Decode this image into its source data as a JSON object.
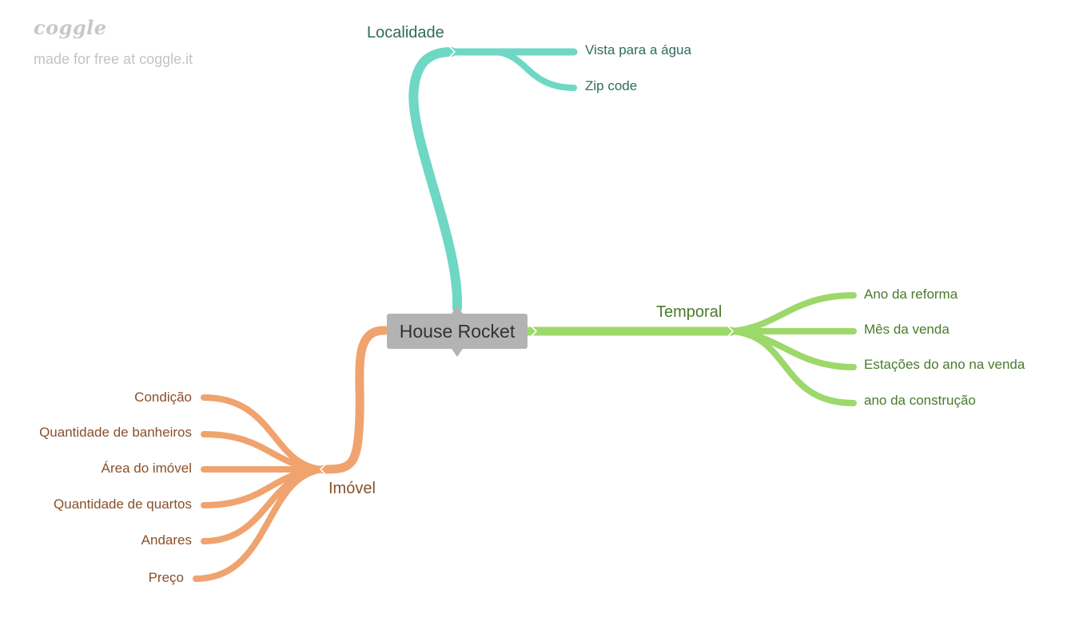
{
  "branding": {
    "logo": "coggle",
    "tagline": "made for free at coggle.it"
  },
  "colors": {
    "localidade": "#6ed8c4",
    "temporal": "#9dd86a",
    "imovel": "#f0a36e",
    "root_bg": "#b3b3b3"
  },
  "mindmap": {
    "root": "House Rocket",
    "branches": {
      "localidade": {
        "label": "Localidade",
        "children": [
          "Vista para a água",
          "Zip code"
        ]
      },
      "temporal": {
        "label": "Temporal",
        "children": [
          "Ano da reforma",
          "Mês da venda",
          "Estações do ano na venda",
          "ano da construção"
        ]
      },
      "imovel": {
        "label": "Imóvel",
        "children": [
          "Condição",
          "Quantidade de banheiros",
          "Área do imóvel",
          "Quantidade de quartos",
          "Andares",
          "Preço"
        ]
      }
    }
  }
}
